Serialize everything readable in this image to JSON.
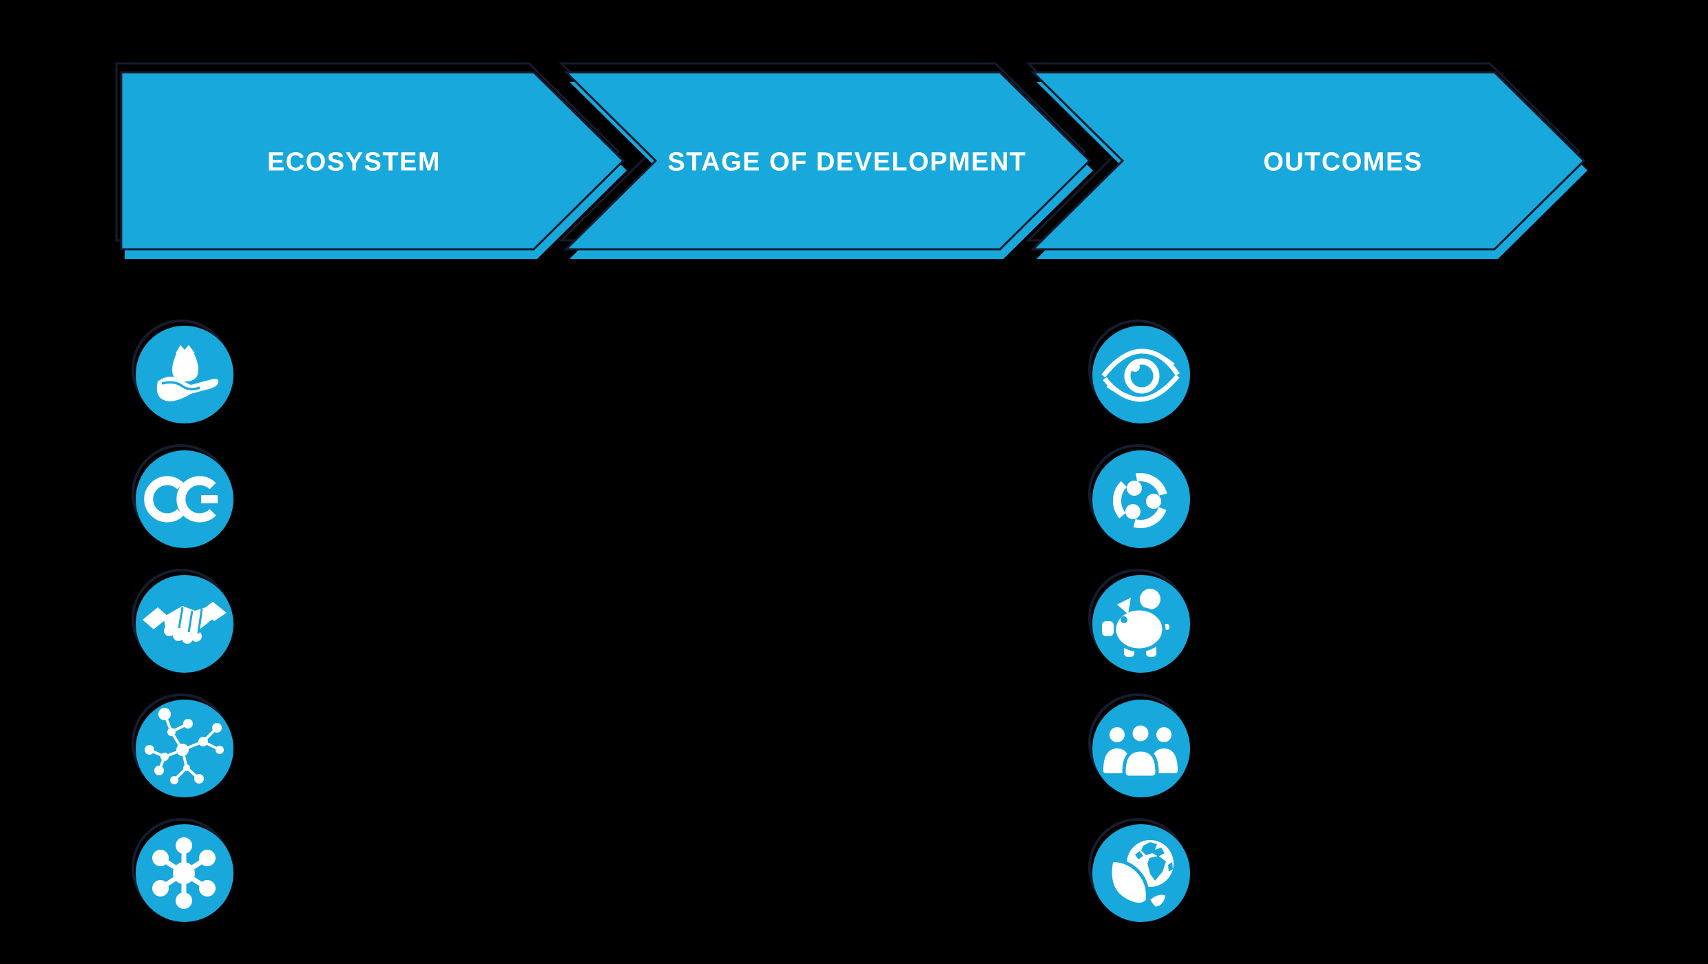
{
  "diagram": {
    "title_row": {
      "arrows": [
        {
          "label": "ECOSYSTEM"
        },
        {
          "label": "STAGE OF DEVELOPMENT"
        },
        {
          "label": "OUTCOMES"
        }
      ]
    },
    "ecosystem_column": {
      "icons": [
        {
          "icon": "funding-hand-icon",
          "meaning": "money bag held on open hand"
        },
        {
          "icon": "ce-certification-icon",
          "meaning": "CE mark"
        },
        {
          "icon": "handshake-icon",
          "meaning": "partnership handshake"
        },
        {
          "icon": "molecule-network-icon",
          "meaning": "branched molecule network"
        },
        {
          "icon": "hub-network-icon",
          "meaning": "hub with six spokes"
        }
      ]
    },
    "outcomes_column": {
      "icons": [
        {
          "icon": "eye-vision-icon",
          "meaning": "eye"
        },
        {
          "icon": "community-circle-icon",
          "meaning": "three people around a circle"
        },
        {
          "icon": "piggy-bank-icon",
          "meaning": "piggy bank with coin"
        },
        {
          "icon": "people-group-icon",
          "meaning": "group of three people"
        },
        {
          "icon": "globe-leaf-icon",
          "meaning": "globe with leaves"
        }
      ]
    },
    "colors": {
      "background": "#000000",
      "accent_blue": "#18a8dc",
      "outline_navy": "#161c2e",
      "text_white": "#ffffff"
    }
  }
}
